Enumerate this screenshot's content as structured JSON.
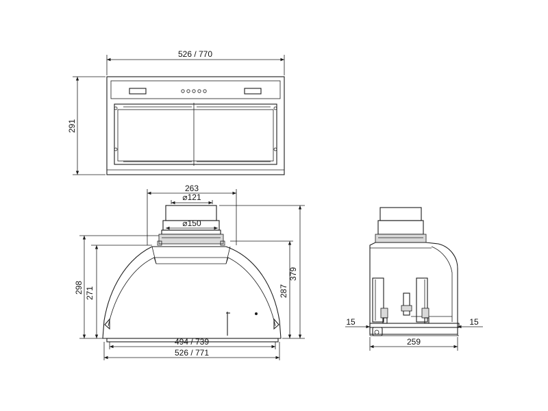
{
  "dimensions": {
    "top_width": "526 / 770",
    "top_height": "291",
    "chimney_width": "263",
    "duct_diameter_inner": "⌀121",
    "duct_diameter_outer": "⌀150",
    "front_height_outer": "298",
    "front_height_inner": "271",
    "right_height_total": "379",
    "right_height_body": "287",
    "bottom_width_inner": "494 / 739",
    "bottom_width_outer": "526 / 771",
    "side_left_offset": "15",
    "side_right_offset": "15",
    "side_depth": "259"
  }
}
